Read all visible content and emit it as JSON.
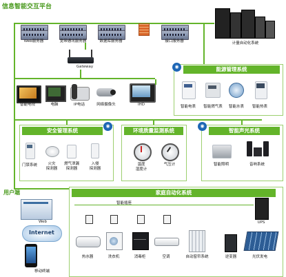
{
  "top": {
    "title": "信息智能交互平台",
    "servers": [
      {
        "label": "Web服务器"
      },
      {
        "label": "宽带通讯服务器"
      },
      {
        "label": "数据库服务器"
      },
      {
        "label": "接口服务器"
      }
    ],
    "gateway": "Gateway",
    "meter_system": "计量自动化系统",
    "devices": [
      {
        "label": "智能电视"
      },
      {
        "label": "电脑"
      },
      {
        "label": "IP电话"
      },
      {
        "label": "网络摄像头"
      },
      {
        "label": "IHD"
      }
    ]
  },
  "energy": {
    "title": "能源管理系统",
    "items": [
      {
        "label": "智能电表"
      },
      {
        "label": "智能燃气表"
      },
      {
        "label": "智能水表"
      },
      {
        "label": "智能热表"
      }
    ]
  },
  "security": {
    "title": "安全管理系统",
    "items": [
      {
        "label": "门禁系统"
      },
      {
        "label": "火灾\n探测器"
      },
      {
        "label": "燃气泄漏\n探测器"
      },
      {
        "label": "入侵\n探测器"
      }
    ]
  },
  "environment": {
    "title": "环境质量监测系统",
    "items": [
      {
        "label": "温度\n湿度计"
      },
      {
        "label": "气压计"
      }
    ]
  },
  "acoustic": {
    "title": "智能声光系统",
    "items": [
      {
        "label": "智能照明"
      },
      {
        "label": "音响系统"
      }
    ]
  },
  "user": {
    "title": "用户端",
    "web": "Web",
    "internet": "Internet",
    "mobile": "移动终端"
  },
  "home": {
    "title": "家庭自动化系统",
    "socket": "智能插座",
    "ups": "UPS",
    "items": [
      {
        "label": "热水器"
      },
      {
        "label": "洗衣机"
      },
      {
        "label": "消毒柜"
      },
      {
        "label": "空调"
      },
      {
        "label": "自动窗帘系统"
      },
      {
        "label": "逆变器"
      },
      {
        "label": "光伏发电"
      }
    ]
  },
  "colors": {
    "accent": "#63b42a",
    "badge": "#1d66b5",
    "title": "#4a9a1e"
  }
}
